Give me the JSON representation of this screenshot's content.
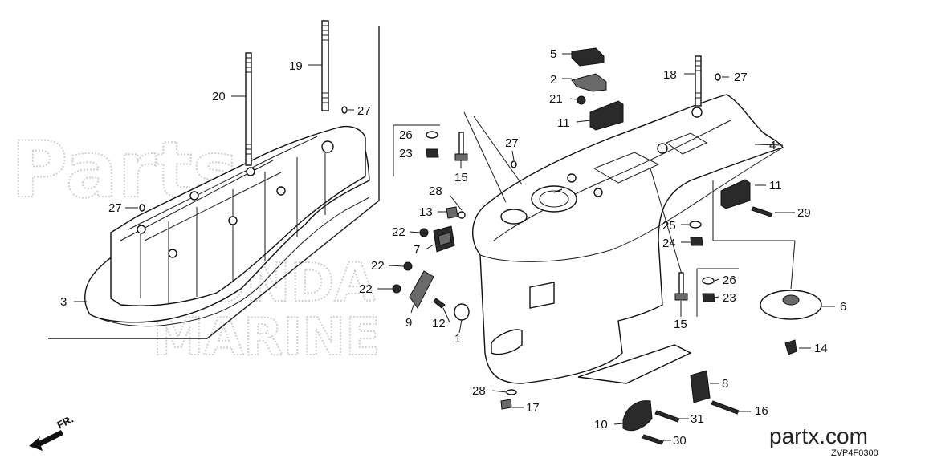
{
  "diagram": {
    "callouts": [
      {
        "id": "c1",
        "label": "1"
      },
      {
        "id": "c2",
        "label": "2"
      },
      {
        "id": "c3",
        "label": "3"
      },
      {
        "id": "c4",
        "label": "4"
      },
      {
        "id": "c5",
        "label": "5"
      },
      {
        "id": "c6",
        "label": "6"
      },
      {
        "id": "c7",
        "label": "7"
      },
      {
        "id": "c8",
        "label": "8"
      },
      {
        "id": "c9",
        "label": "9"
      },
      {
        "id": "c10",
        "label": "10"
      },
      {
        "id": "c11a",
        "label": "11"
      },
      {
        "id": "c11b",
        "label": "11"
      },
      {
        "id": "c12",
        "label": "12"
      },
      {
        "id": "c13",
        "label": "13"
      },
      {
        "id": "c14",
        "label": "14"
      },
      {
        "id": "c15a",
        "label": "15"
      },
      {
        "id": "c15b",
        "label": "15"
      },
      {
        "id": "c16",
        "label": "16"
      },
      {
        "id": "c17",
        "label": "17"
      },
      {
        "id": "c18",
        "label": "18"
      },
      {
        "id": "c19",
        "label": "19"
      },
      {
        "id": "c20",
        "label": "20"
      },
      {
        "id": "c21",
        "label": "21"
      },
      {
        "id": "c22a",
        "label": "22"
      },
      {
        "id": "c22b",
        "label": "22"
      },
      {
        "id": "c22c",
        "label": "22"
      },
      {
        "id": "c23a",
        "label": "23"
      },
      {
        "id": "c23b",
        "label": "23"
      },
      {
        "id": "c24",
        "label": "24"
      },
      {
        "id": "c25",
        "label": "25"
      },
      {
        "id": "c26a",
        "label": "26"
      },
      {
        "id": "c26b",
        "label": "26"
      },
      {
        "id": "c27a",
        "label": "27"
      },
      {
        "id": "c27b",
        "label": "27"
      },
      {
        "id": "c27c",
        "label": "27"
      },
      {
        "id": "c27d",
        "label": "27"
      },
      {
        "id": "c28a",
        "label": "28"
      },
      {
        "id": "c28b",
        "label": "28"
      },
      {
        "id": "c29",
        "label": "29"
      },
      {
        "id": "c30",
        "label": "30"
      },
      {
        "id": "c31",
        "label": "31"
      }
    ],
    "direction_label": "FR.",
    "drawing_code": "ZVP4F0300",
    "site_text": "partx.com",
    "watermark": {
      "line1": "Parts",
      "line2": "HONDA",
      "line3": "MARINE"
    }
  }
}
